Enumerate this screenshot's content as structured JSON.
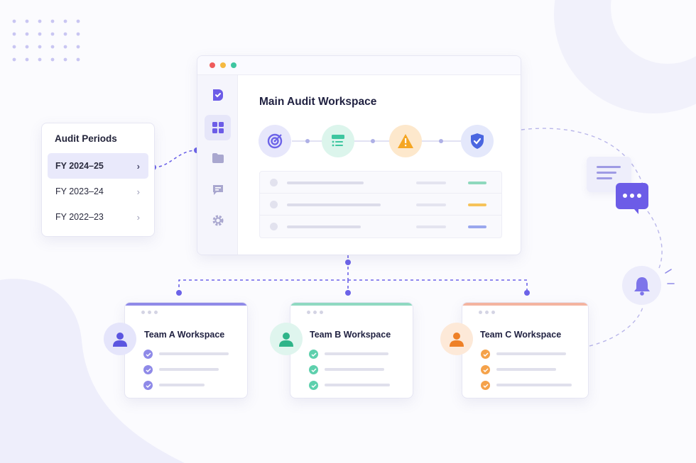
{
  "periods_panel": {
    "title": "Audit Periods",
    "items": [
      {
        "label": "FY 2024–25",
        "active": true
      },
      {
        "label": "FY 2023–24",
        "active": false
      },
      {
        "label": "FY 2022–23",
        "active": false
      }
    ]
  },
  "main_window": {
    "title": "Main Audit Workspace",
    "sidebar_icons": [
      "logo-icon",
      "grid-icon",
      "folder-icon",
      "chat-icon",
      "gear-icon"
    ],
    "steps": [
      {
        "icon": "target-icon",
        "color": "#6c63e8"
      },
      {
        "icon": "list-icon",
        "color": "#3ec6a0"
      },
      {
        "icon": "warning-icon",
        "color": "#f5a623"
      },
      {
        "icon": "shield-check-icon",
        "color": "#4a66e0"
      }
    ],
    "status_colors": [
      "#8fd9bd",
      "#f6c35a",
      "#9aa7ee"
    ]
  },
  "teams": [
    {
      "name": "Team A Workspace",
      "accent": "#8f8ae8",
      "icon": "user-icon"
    },
    {
      "name": "Team B Workspace",
      "accent": "#8fd9c1",
      "icon": "user-icon"
    },
    {
      "name": "Team C Workspace",
      "accent": "#f4b4a0",
      "icon": "user-icon"
    }
  ],
  "colors": {
    "brand": "#6c5ce7",
    "team_a": "#6c63e8",
    "team_b": "#2fbf8f",
    "team_c": "#f0892e"
  }
}
